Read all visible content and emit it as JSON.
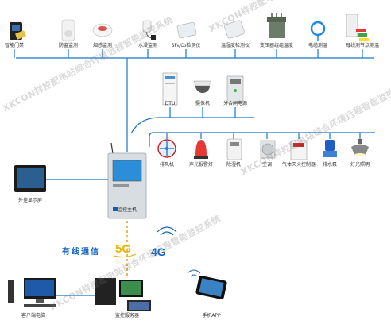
{
  "watermark": "XKCON祥控配电站综合环境远程智能监控系统",
  "sensors": [
    {
      "label": "智能门禁",
      "icon": "access-control-icon"
    },
    {
      "label": "防盗监测",
      "icon": "motion-sensor-icon"
    },
    {
      "label": "烟感监测",
      "icon": "smoke-detector-icon"
    },
    {
      "label": "水浸监测",
      "icon": "water-sensor-icon"
    },
    {
      "label": "SF₆/O₂检测仪",
      "icon": "gas-detector-icon"
    },
    {
      "label": "温湿度检测仪",
      "icon": "temp-humidity-sensor-icon"
    },
    {
      "label": "变压器绕组温度",
      "icon": "transformer-icon"
    },
    {
      "label": "电缆测温",
      "icon": "cable-temperature-icon"
    },
    {
      "label": "母线测节点测温",
      "icon": "busbar-temperature-icon"
    }
  ],
  "middle_devices": [
    {
      "label": "DTU",
      "icon": "dtu-icon"
    },
    {
      "label": "摄像机",
      "icon": "camera-icon"
    },
    {
      "label": "分合闸电源",
      "icon": "power-supply-icon"
    }
  ],
  "controlled_devices": [
    {
      "label": "排风机",
      "icon": "exhaust-fan-icon"
    },
    {
      "label": "声光报警灯",
      "icon": "alarm-light-icon"
    },
    {
      "label": "除湿机",
      "icon": "dehumidifier-icon"
    },
    {
      "label": "空调",
      "icon": "air-conditioner-icon"
    },
    {
      "label": "气体灭火控制器",
      "icon": "fire-extinguish-controller-icon"
    },
    {
      "label": "排水泵",
      "icon": "drain-pump-icon"
    },
    {
      "label": "灯光照明",
      "icon": "lighting-icon"
    }
  ],
  "host": {
    "label": "监控主机"
  },
  "external_display": {
    "label": "外挂显示屏"
  },
  "comm": {
    "wired": "有线通信",
    "fiveg": "5G",
    "fourg": "4G"
  },
  "clients": [
    {
      "label": "客户端电脑",
      "icon": "client-pc-icon"
    },
    {
      "label": "监控服务器",
      "icon": "server-icon"
    },
    {
      "label": "手机APP",
      "icon": "phone-app-icon"
    }
  ],
  "colors": {
    "line": "#1a73c9",
    "accent": "#1565c0",
    "gold": "#d4a017",
    "label": "#333333"
  }
}
